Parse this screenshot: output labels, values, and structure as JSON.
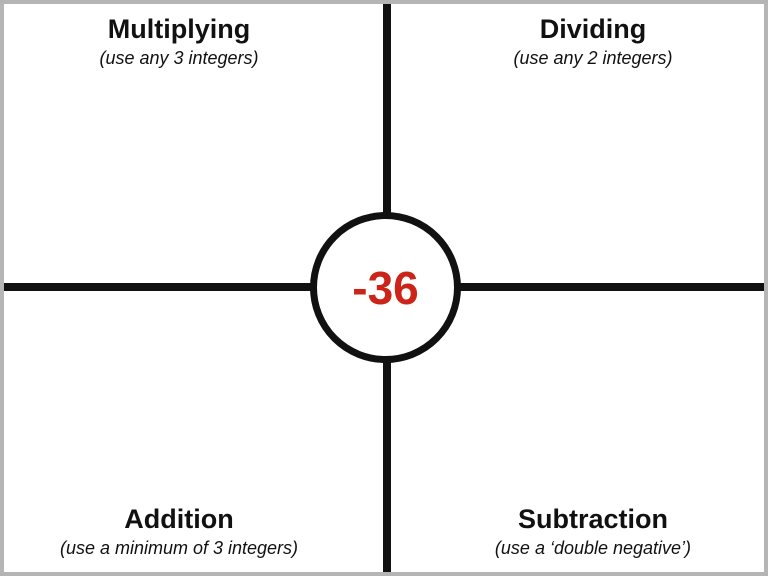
{
  "center": {
    "value": "-36",
    "value_color": "#cc2418"
  },
  "quadrants": {
    "top_left": {
      "title": "Multiplying",
      "subtitle": "(use any 3 integers)"
    },
    "top_right": {
      "title": "Dividing",
      "subtitle": "(use any 2 integers)"
    },
    "bottom_left": {
      "title": "Addition",
      "subtitle": "(use a minimum of 3 integers)"
    },
    "bottom_right": {
      "title": "Subtraction",
      "subtitle": "(use a ‘double negative’)"
    }
  },
  "colors": {
    "line": "#111111",
    "frame_border": "#b5b5b5"
  }
}
